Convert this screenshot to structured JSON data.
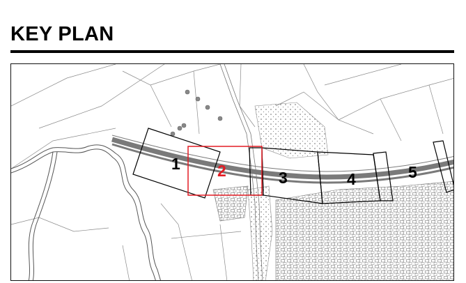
{
  "header": {
    "title": "KEY PLAN"
  },
  "map": {
    "sheets": [
      {
        "label": "1",
        "highlighted": false
      },
      {
        "label": "2",
        "highlighted": true
      },
      {
        "label": "3",
        "highlighted": false
      },
      {
        "label": "4",
        "highlighted": false
      },
      {
        "label": "5",
        "highlighted": false
      }
    ]
  },
  "colors": {
    "highlight": "#e31b23",
    "linework": "#555555",
    "road": "#7a7a7a",
    "frame": "#000000"
  }
}
